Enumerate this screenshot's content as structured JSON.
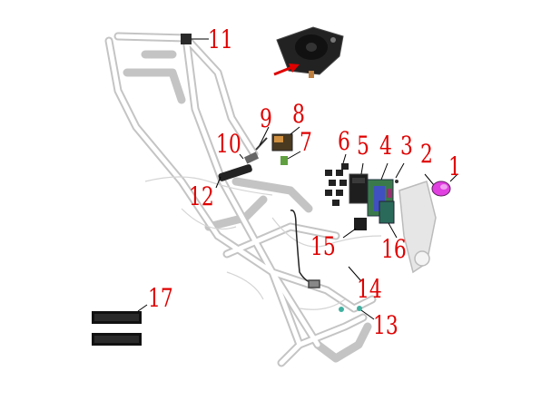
{
  "diagram": {
    "labels": [
      "1",
      "2",
      "3",
      "4",
      "5",
      "6",
      "7",
      "8",
      "9",
      "10",
      "11",
      "12",
      "13",
      "14",
      "15",
      "16",
      "17"
    ],
    "colors": {
      "callout": "#e00000",
      "frame": "#c4c4c4",
      "frame_fill": "#ececec",
      "part_dark": "#2a2a2a",
      "accent_part": "#e040e0",
      "board": "#3a7a4a",
      "board_blue": "#4050c0"
    },
    "icons": [
      "motorcycle-frame",
      "horn-icon",
      "relay-icon",
      "ecu-board-icon",
      "velcro-strip-icon"
    ]
  }
}
